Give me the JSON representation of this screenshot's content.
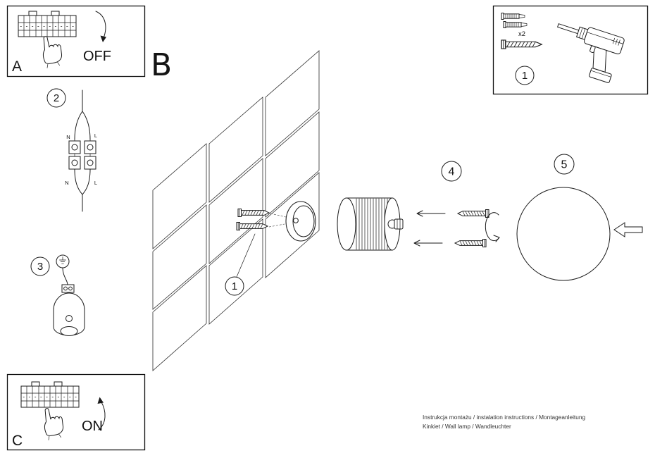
{
  "panels": {
    "a": {
      "label": "A",
      "state": "OFF"
    },
    "c": {
      "label": "C",
      "state": "ON"
    },
    "b": {
      "label": "B"
    }
  },
  "steps": {
    "one": "1",
    "two": "2",
    "three": "3",
    "four": "4",
    "five": "5"
  },
  "wiring": {
    "top_n": "N",
    "top_l": "L",
    "bottom_n": "N",
    "bottom_l": "L"
  },
  "parts_box": {
    "step_label": "1",
    "anchor_qty": "x2"
  },
  "footer": {
    "line1": "Instrukcja montażu / instalation instructions / Montageanleitung",
    "line2": "Kinkiet / Wall lamp / Wandleuchter"
  },
  "colors": {
    "ink": "#1a1a1a",
    "background": "#ffffff"
  }
}
